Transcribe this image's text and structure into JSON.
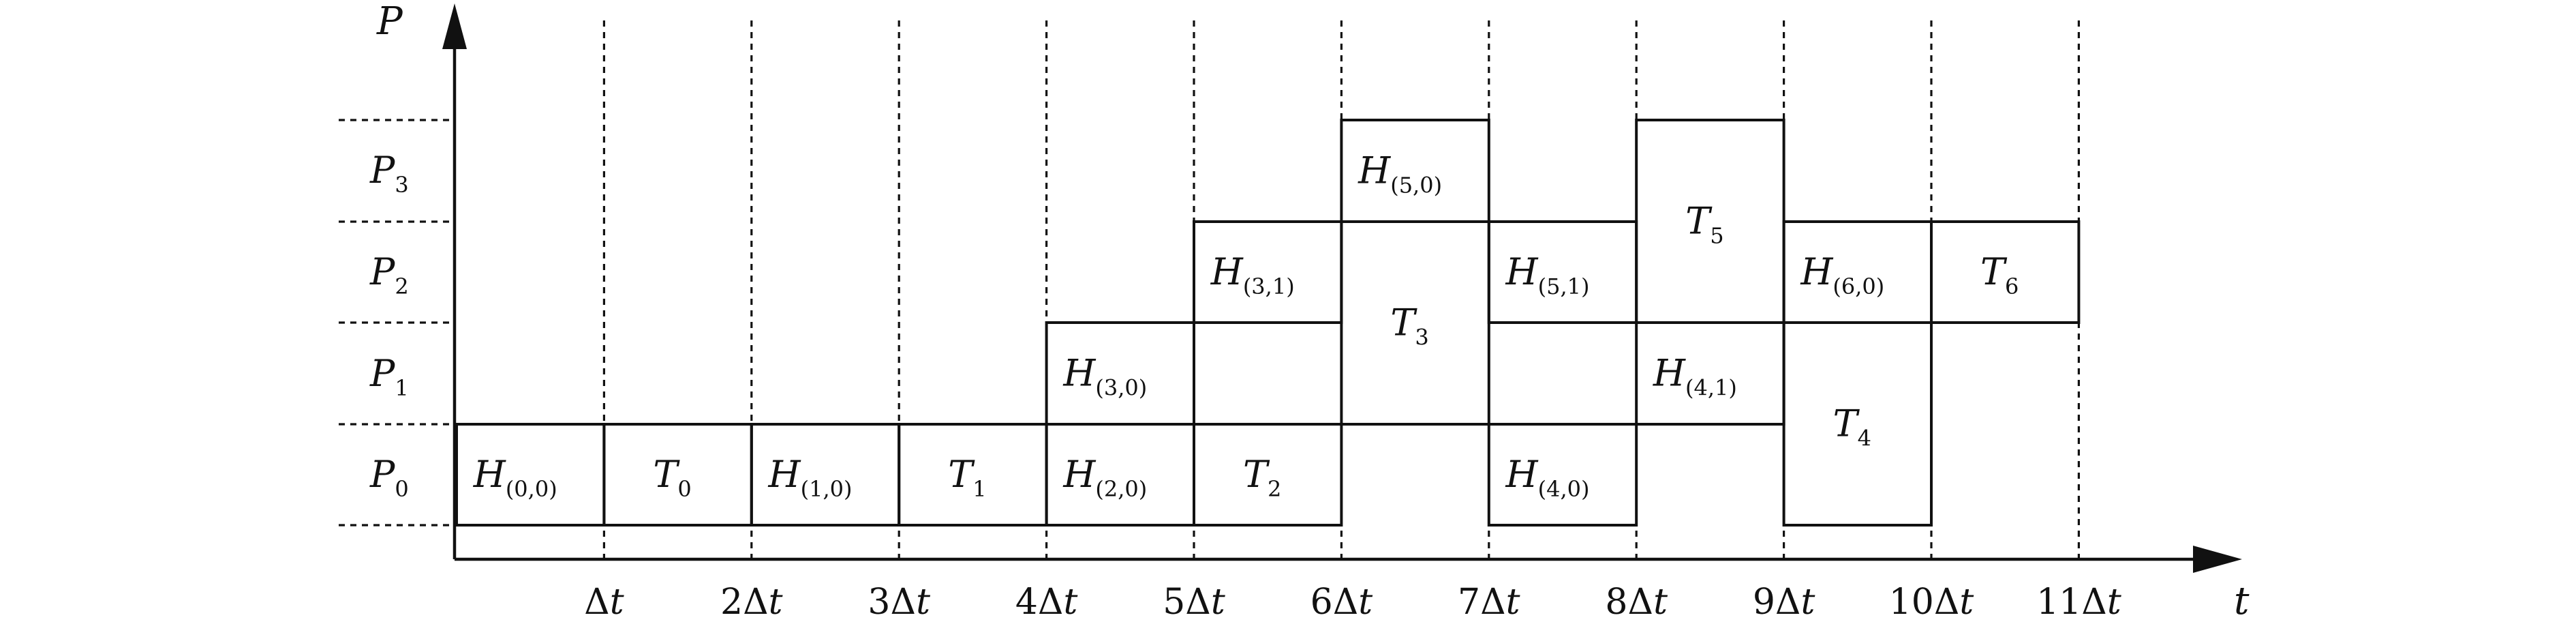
{
  "axes": {
    "y_label": "P",
    "x_label": "t",
    "y_tick_labels": [
      {
        "base": "P",
        "sub": "3"
      },
      {
        "base": "P",
        "sub": "2"
      },
      {
        "base": "P",
        "sub": "1"
      },
      {
        "base": "P",
        "sub": "0"
      }
    ],
    "x_tick_labels": [
      {
        "n": "",
        "sym": "Δ",
        "var": "t"
      },
      {
        "n": "2",
        "sym": "Δ",
        "var": "t"
      },
      {
        "n": "3",
        "sym": "Δ",
        "var": "t"
      },
      {
        "n": "4",
        "sym": "Δ",
        "var": "t"
      },
      {
        "n": "5",
        "sym": "Δ",
        "var": "t"
      },
      {
        "n": "6",
        "sym": "Δ",
        "var": "t"
      },
      {
        "n": "7",
        "sym": "Δ",
        "var": "t"
      },
      {
        "n": "8",
        "sym": "Δ",
        "var": "t"
      },
      {
        "n": "9",
        "sym": "Δ",
        "var": "t"
      },
      {
        "n": "10",
        "sym": "Δ",
        "var": "t"
      },
      {
        "n": "11",
        "sym": "Δ",
        "var": "t"
      }
    ]
  },
  "tasks": [
    {
      "base": "H",
      "sub": "(0,0)",
      "start": 0,
      "end": 1,
      "proc_low": 0,
      "proc_high": 0
    },
    {
      "base": "T",
      "sub": "0",
      "start": 1,
      "end": 2,
      "proc_low": 0,
      "proc_high": 0
    },
    {
      "base": "H",
      "sub": "(1,0)",
      "start": 2,
      "end": 3,
      "proc_low": 0,
      "proc_high": 0
    },
    {
      "base": "T",
      "sub": "1",
      "start": 3,
      "end": 4,
      "proc_low": 0,
      "proc_high": 0
    },
    {
      "base": "H",
      "sub": "(2,0)",
      "start": 4,
      "end": 5,
      "proc_low": 0,
      "proc_high": 0
    },
    {
      "base": "H",
      "sub": "(3,0)",
      "start": 4,
      "end": 5,
      "proc_low": 1,
      "proc_high": 1
    },
    {
      "base": "T",
      "sub": "2",
      "start": 5,
      "end": 6,
      "proc_low": 0,
      "proc_high": 0
    },
    {
      "base": "H",
      "sub": "(3,1)",
      "start": 5,
      "end": 6,
      "proc_low": 2,
      "proc_high": 2
    },
    {
      "base": "T",
      "sub": "3",
      "start": 6,
      "end": 7,
      "proc_low": 1,
      "proc_high": 2
    },
    {
      "base": "H",
      "sub": "(5,0)",
      "start": 6,
      "end": 7,
      "proc_low": 3,
      "proc_high": 3
    },
    {
      "base": "H",
      "sub": "(4,0)",
      "start": 7,
      "end": 8,
      "proc_low": 0,
      "proc_high": 0
    },
    {
      "base": "H",
      "sub": "(5,1)",
      "start": 7,
      "end": 8,
      "proc_low": 2,
      "proc_high": 2
    },
    {
      "base": "H",
      "sub": "(4,1)",
      "start": 8,
      "end": 9,
      "proc_low": 1,
      "proc_high": 1
    },
    {
      "base": "T",
      "sub": "5",
      "start": 8,
      "end": 9,
      "proc_low": 2,
      "proc_high": 3
    },
    {
      "base": "T",
      "sub": "4",
      "start": 9,
      "end": 10,
      "proc_low": 0,
      "proc_high": 1
    },
    {
      "base": "H",
      "sub": "(6,0)",
      "start": 9,
      "end": 10,
      "proc_low": 2,
      "proc_high": 2
    },
    {
      "base": "T",
      "sub": "6",
      "start": 10,
      "end": 11,
      "proc_low": 2,
      "proc_high": 2
    }
  ]
}
